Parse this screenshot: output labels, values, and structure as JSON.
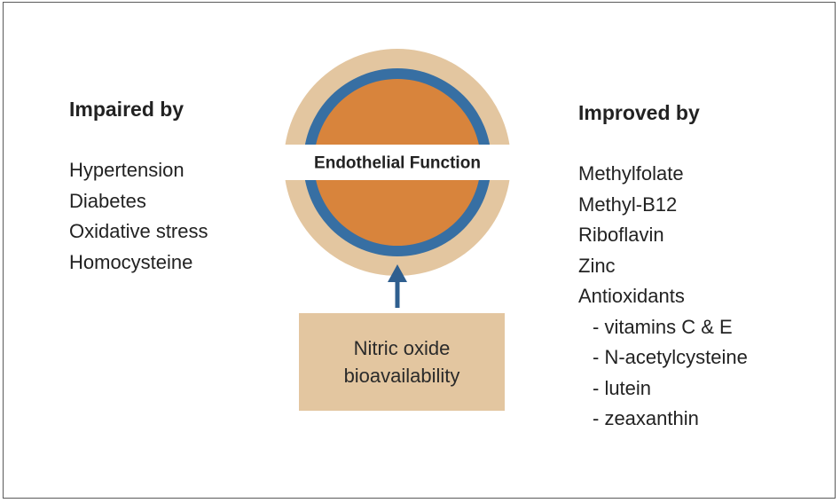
{
  "impaired": {
    "title": "Impaired by",
    "items": [
      "Hypertension",
      "Diabetes",
      "Oxidative stress",
      "Homocysteine"
    ]
  },
  "improved": {
    "title": "Improved by",
    "items": [
      {
        "text": "Methylfolate",
        "sub": false
      },
      {
        "text": "Methyl-B12",
        "sub": false
      },
      {
        "text": "Riboflavin",
        "sub": false
      },
      {
        "text": "Zinc",
        "sub": false
      },
      {
        "text": "Antioxidants",
        "sub": false
      },
      {
        "text": "- vitamins C & E",
        "sub": true
      },
      {
        "text": "- N-acetylcysteine",
        "sub": true
      },
      {
        "text": "- lutein",
        "sub": true
      },
      {
        "text": "- zeaxanthin",
        "sub": true
      }
    ]
  },
  "center": {
    "label": "Endothelial Function"
  },
  "source_box": {
    "line1": "Nitric oxide",
    "line2": "bioavailability"
  },
  "colors": {
    "outer_ring": "#e3c6a0",
    "blue_ring": "#376fa3",
    "core": "#d8843c",
    "box": "#e3c6a0",
    "arrow": "#2f5f8f",
    "border": "#5a5a5a"
  }
}
